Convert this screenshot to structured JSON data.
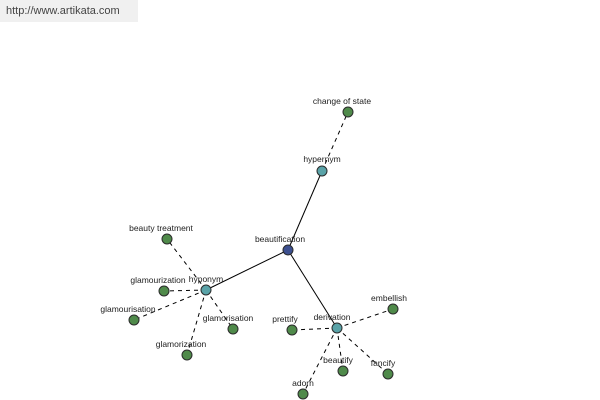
{
  "banner": {
    "url_text": "http://www.artikata.com"
  },
  "colors": {
    "center": "#3c4f8f",
    "relation": "#5aa3a8",
    "leaf": "#4f8a4a",
    "banner_bg": "#f0f0f0"
  },
  "graph": {
    "nodes": [
      {
        "id": "beautification",
        "label": "beautification",
        "kind": "center"
      },
      {
        "id": "hypernym",
        "label": "hypernym",
        "kind": "relation"
      },
      {
        "id": "hyponym",
        "label": "hyponym",
        "kind": "relation"
      },
      {
        "id": "derivation",
        "label": "derivation",
        "kind": "relation"
      },
      {
        "id": "change_of_state",
        "label": "change of state",
        "kind": "leaf"
      },
      {
        "id": "beauty_treatment",
        "label": "beauty treatment",
        "kind": "leaf"
      },
      {
        "id": "glamourization",
        "label": "glamourization",
        "kind": "leaf"
      },
      {
        "id": "glamourisation",
        "label": "glamourisation",
        "kind": "leaf"
      },
      {
        "id": "glamorisation",
        "label": "glamorisation",
        "kind": "leaf"
      },
      {
        "id": "glamorization",
        "label": "glamorization",
        "kind": "leaf"
      },
      {
        "id": "embellish",
        "label": "embellish",
        "kind": "leaf"
      },
      {
        "id": "prettify",
        "label": "prettify",
        "kind": "leaf"
      },
      {
        "id": "beautify",
        "label": "beautify",
        "kind": "leaf"
      },
      {
        "id": "fancify",
        "label": "fancify",
        "kind": "leaf"
      },
      {
        "id": "adorn",
        "label": "adorn",
        "kind": "leaf"
      }
    ],
    "edges": [
      {
        "from": "beautification",
        "to": "hypernym",
        "style": "solid"
      },
      {
        "from": "beautification",
        "to": "hyponym",
        "style": "solid"
      },
      {
        "from": "beautification",
        "to": "derivation",
        "style": "solid"
      },
      {
        "from": "hypernym",
        "to": "change_of_state",
        "style": "dashed"
      },
      {
        "from": "hyponym",
        "to": "beauty_treatment",
        "style": "dashed"
      },
      {
        "from": "hyponym",
        "to": "glamourization",
        "style": "dashed"
      },
      {
        "from": "hyponym",
        "to": "glamourisation",
        "style": "dashed"
      },
      {
        "from": "hyponym",
        "to": "glamorisation",
        "style": "dashed"
      },
      {
        "from": "hyponym",
        "to": "glamorization",
        "style": "dashed"
      },
      {
        "from": "derivation",
        "to": "embellish",
        "style": "dashed"
      },
      {
        "from": "derivation",
        "to": "prettify",
        "style": "dashed"
      },
      {
        "from": "derivation",
        "to": "beautify",
        "style": "dashed"
      },
      {
        "from": "derivation",
        "to": "fancify",
        "style": "dashed"
      },
      {
        "from": "derivation",
        "to": "adorn",
        "style": "dashed"
      }
    ]
  }
}
